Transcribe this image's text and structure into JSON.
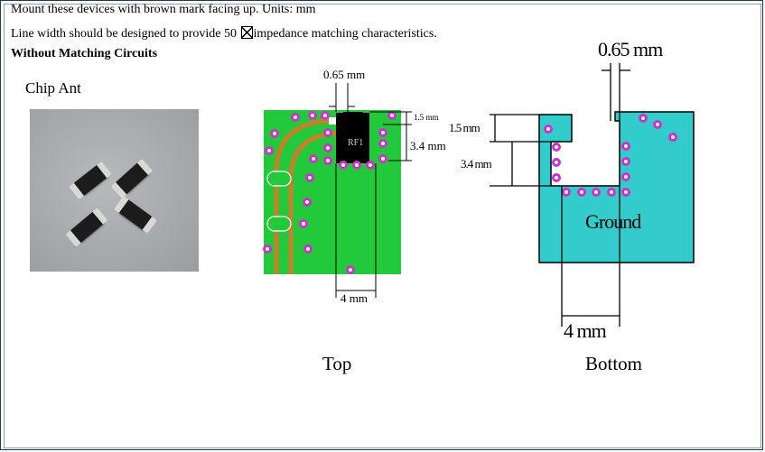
{
  "notes": {
    "line1": "Mount these devices with brown mark facing up. Units: mm",
    "line2_pre": "Line width should be designed to provide 50",
    "line2_post": "impedance matching characteristics.",
    "heading": "Without Matching Circuits"
  },
  "photo": {
    "label": "Chip Ant"
  },
  "top_view": {
    "caption": "Top",
    "chip_label": "RF1",
    "dim_gap": "0.65 mm",
    "dim_width": "4 mm",
    "dim_small": "1.5 mm",
    "dim_tall": "3.4 mm"
  },
  "bottom_view": {
    "caption": "Bottom",
    "ground_label": "Ground",
    "dim_gap": "0.65 mm",
    "dim_width": "4 mm",
    "dim_small": "1.5 mm",
    "dim_tall": "3.4 mm"
  },
  "colors": {
    "pcb_green": "#22c93a",
    "trace": "#c87f2a",
    "via": "#cc33cc",
    "ground_fill": "#33cccc"
  }
}
